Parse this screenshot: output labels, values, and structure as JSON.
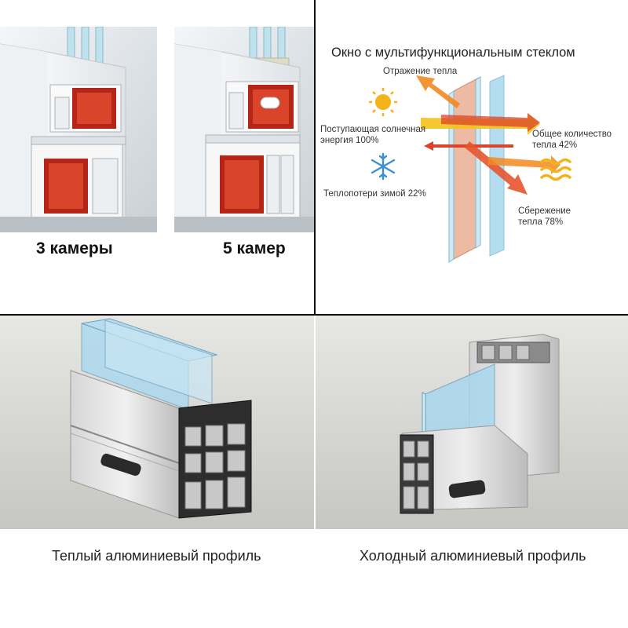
{
  "pvc": {
    "label_3": "3 камеры",
    "label_5": "5 камер"
  },
  "glass": {
    "title": "Окно с мультифункциональным стеклом",
    "heat_reflection": "Отражение тепла",
    "solar_line1": "Поступающая солнечная",
    "solar_line2": "энергия 100%",
    "heat_total_line1": "Общее количество",
    "heat_total_line2": "тепла 42%",
    "heat_loss": "Теплопотери зимой 22%",
    "savings_line1": "Сбережение",
    "savings_line2": "тепла 78%"
  },
  "aluminium": {
    "warm_label": "Теплый алюминиевый профиль",
    "cold_label": "Холодный алюминиевый профиль"
  },
  "colors": {
    "arrow_orange": "#f28a1e",
    "arrow_red": "#d9442a",
    "arrow_yellow": "#f4c21b",
    "pvc_red": "#b42417",
    "glass_blue": "#a9d8ee"
  }
}
